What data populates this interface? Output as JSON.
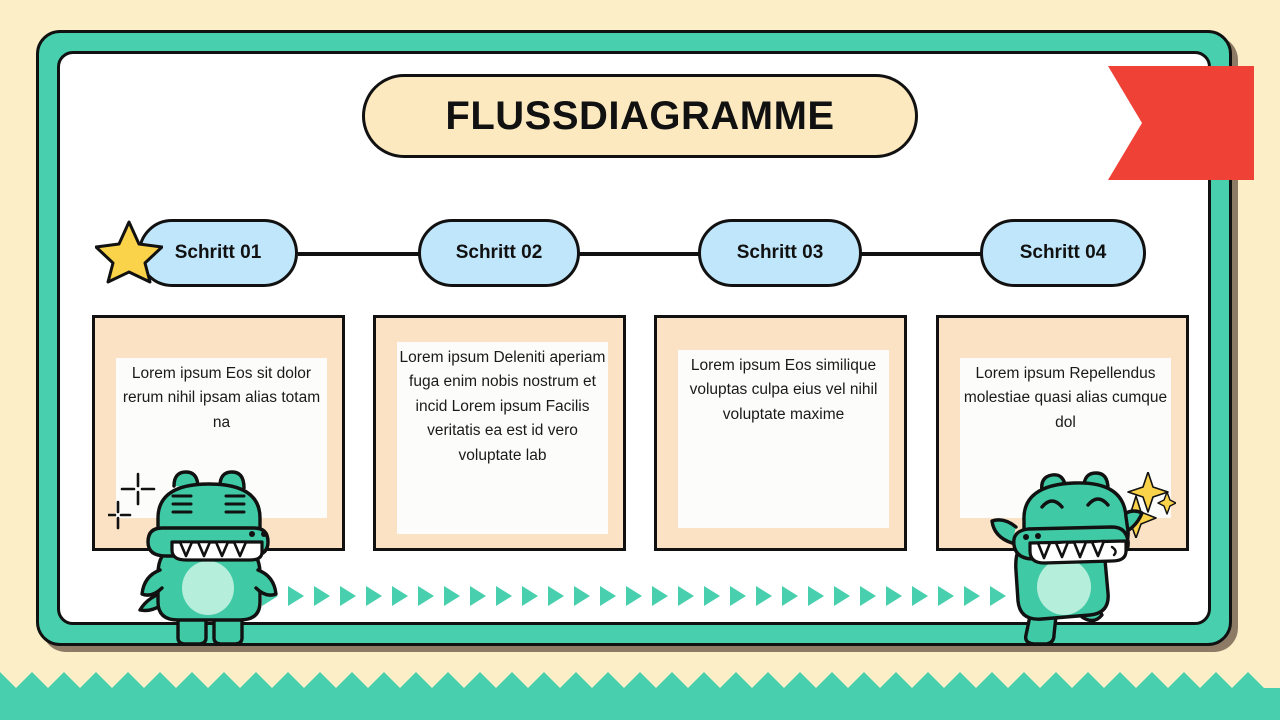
{
  "slide": {
    "title": "FLUSSDIAGRAMME",
    "background_color": "#FCEFC7",
    "frame_color": "#48CFAD",
    "accent_red": "#EF4136",
    "accent_blue": "#BFE6FB",
    "accent_peach": "#FCE2C4",
    "accent_yellow": "#FBD34A"
  },
  "steps": [
    {
      "label": "Schritt 01"
    },
    {
      "label": "Schritt 02"
    },
    {
      "label": "Schritt 03"
    },
    {
      "label": "Schritt 04"
    }
  ],
  "cards": [
    {
      "text": "Lorem ipsum Eos sit dolor rerum nihil ipsam alias totam na"
    },
    {
      "text": "Lorem ipsum Deleniti aperiam fuga enim nobis nostrum et incid Lorem ipsum Facilis veritatis ea est id vero voluptate lab"
    },
    {
      "text": "Lorem ipsum Eos similique voluptas culpa eius vel nihil voluptate maxime"
    },
    {
      "text": "Lorem ipsum Repellendus molestiae quasi alias cumque dol"
    }
  ],
  "decorations": {
    "ribbon": "red-ribbon-banner",
    "star": "yellow-star",
    "arrow_strip": "teal-arrow-strip",
    "zigzag": "teal-zigzag-border",
    "mascot_left": "crocodile-mascot-standing",
    "mascot_right": "crocodile-mascot-cheering",
    "sparkles_left": "black-sparkle-crosses",
    "sparkles_right": "yellow-sparkle-stars"
  }
}
